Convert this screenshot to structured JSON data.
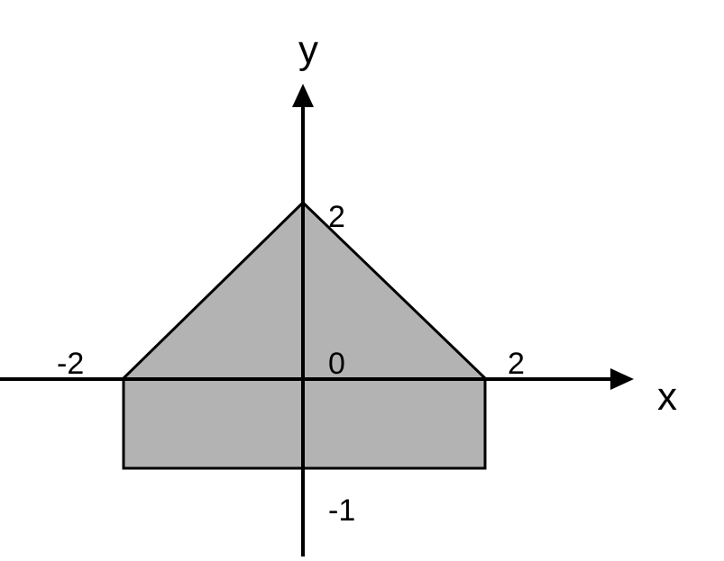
{
  "diagram": {
    "axis_labels": {
      "x": "x",
      "y": "y"
    },
    "tick_labels": {
      "x_neg": "-2",
      "origin": "0",
      "x_pos": "2",
      "y_pos": "2",
      "y_neg": "-1"
    },
    "region": {
      "shape": "pentagon",
      "vertices": [
        [
          0,
          2
        ],
        [
          2,
          0
        ],
        [
          2,
          -1
        ],
        [
          -2,
          -1
        ],
        [
          -2,
          0
        ]
      ],
      "fill": "#b3b3b3",
      "stroke": "#000000"
    },
    "colors": {
      "axis": "#000000",
      "text": "#000000",
      "background": "#ffffff"
    }
  }
}
